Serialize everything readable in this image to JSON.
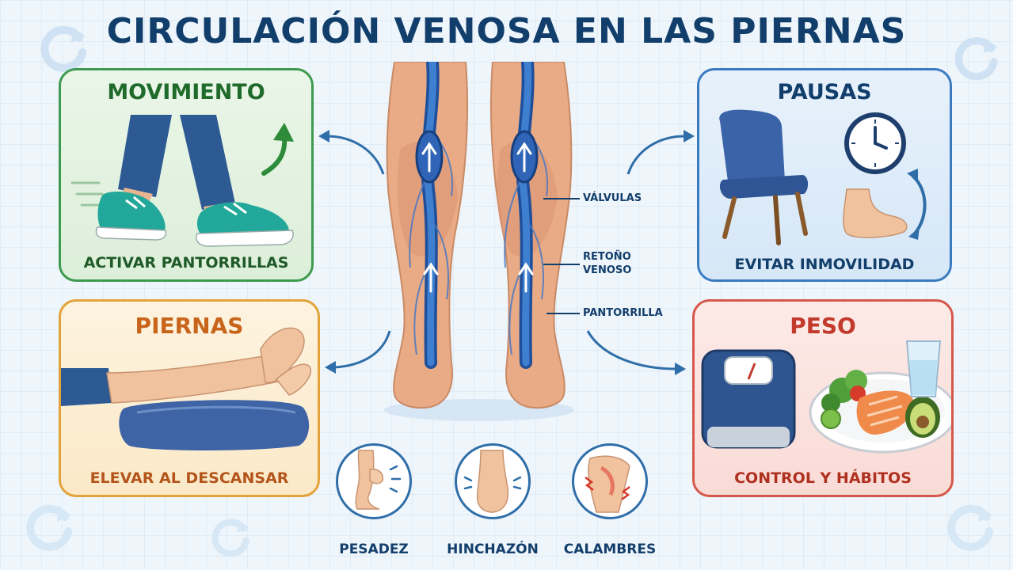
{
  "title": "CIRCULACIÓN VENOSA EN LAS PIERNAS",
  "colors": {
    "navy": "#123e6b",
    "blue": "#2f6ea8",
    "green": "#1f6b2c",
    "orange": "#c8651b",
    "red": "#c23a2b"
  },
  "cards": {
    "movimiento": {
      "heading": "MOVIMIENTO",
      "caption": "ACTIVAR PANTORRILLAS"
    },
    "pausas": {
      "heading": "PAUSAS",
      "caption": "EVITAR INMOVILIDAD"
    },
    "piernas": {
      "heading": "PIERNAS",
      "caption": "ELEVAR AL DESCANSAR"
    },
    "peso": {
      "heading": "PESO",
      "caption": "CONTROL Y HÁBITOS"
    }
  },
  "callouts": {
    "valvulas": "VÁLVULAS",
    "retorno_line1": "RETOÑO",
    "retorno_line2": "VENOSO",
    "pantorrilla": "PANTORRILLA"
  },
  "symptoms": [
    "PESADEZ",
    "HINCHAZÓN",
    "CALAMBRES"
  ],
  "icons": {
    "background": "refresh-icon",
    "movimiento": "walking-sneakers-icon",
    "pausas_chair": "chair-icon",
    "pausas_clock": "clock-icon",
    "pausas_foot": "foot-rotation-icon",
    "piernas": "legs-on-cushion-icon",
    "peso_scale": "bathroom-scale-icon",
    "peso_food": "healthy-plate-icon",
    "peso_water": "water-glass-icon"
  }
}
